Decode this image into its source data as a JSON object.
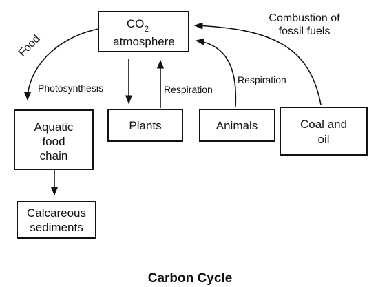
{
  "nodes": {
    "co2": {
      "symbol": "CO",
      "subscript": "2",
      "line2": "atmosphere"
    },
    "aquatic": {
      "line1": "Aquatic",
      "line2": "food",
      "line3": "chain"
    },
    "plants": {
      "label": "Plants"
    },
    "animals": {
      "label": "Animals"
    },
    "coal": {
      "line1": "Coal and",
      "line2": "oil"
    },
    "sediments": {
      "line1": "Calcareous",
      "line2": "sediments"
    }
  },
  "edges": {
    "food": "Food",
    "photosynthesis": "Photosynthesis",
    "respiration_plants": "Respiration",
    "respiration_animals": "Respiration",
    "combustion_line1": "Combustion of",
    "combustion_line2": "fossil fuels"
  },
  "caption": "Carbon Cycle"
}
